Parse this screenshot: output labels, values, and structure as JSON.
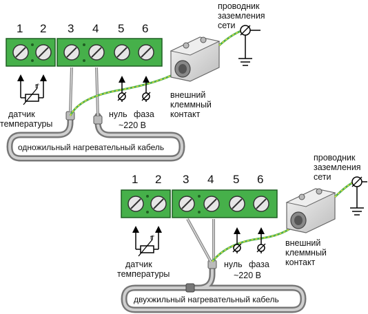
{
  "colors": {
    "terminal_green": "#46b04a",
    "terminal_dark": "#2a7a2e",
    "screw": "#e6e6e6",
    "cable_gray": "#a9a9a9",
    "ground_yellow": "#e8e03a",
    "ground_green": "#4caf50"
  },
  "diagram1": {
    "terminal_numbers": [
      "1",
      "2",
      "3",
      "4",
      "5",
      "6"
    ],
    "ground_label": [
      "проводник",
      "заземления",
      "сети"
    ],
    "external_contact_label": [
      "внешний",
      "клеммный",
      "контакт"
    ],
    "sensor_label": [
      "датчик",
      "температуры"
    ],
    "neutral_label": "нуль",
    "phase_label": "фаза",
    "voltage_label": "~220 В",
    "cable_label": "одножильный нагревательный кабель"
  },
  "diagram2": {
    "terminal_numbers": [
      "1",
      "2",
      "3",
      "4",
      "5",
      "6"
    ],
    "ground_label": [
      "проводник",
      "заземления",
      "сети"
    ],
    "external_contact_label": [
      "внешний",
      "клеммный",
      "контакт"
    ],
    "sensor_label": [
      "датчик",
      "температуры"
    ],
    "neutral_label": "нуль",
    "phase_label": "фаза",
    "voltage_label": "~220 В",
    "cable_label": "двухжильный нагревательный кабель"
  }
}
